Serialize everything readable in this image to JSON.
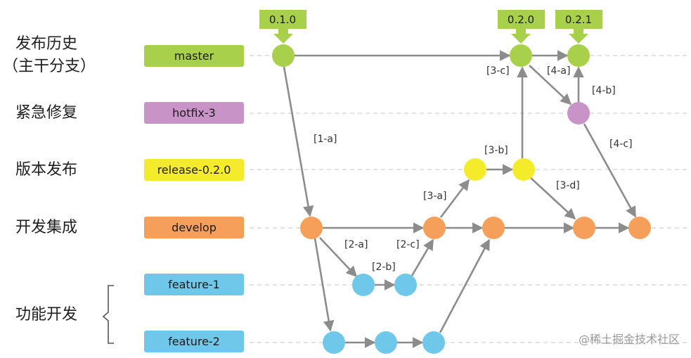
{
  "left_labels": {
    "history_title": "发布历史",
    "history_sub": "（主干分支）",
    "hotfix": "紧急修复",
    "release": "版本发布",
    "integration": "开发集成",
    "feature": "功能开发"
  },
  "branches": {
    "master": {
      "label": "master",
      "color": "#a9d04b"
    },
    "hotfix": {
      "label": "hotfix-3",
      "color": "#c894c8"
    },
    "release": {
      "label": "release-0.2.0",
      "color": "#f4ec2a"
    },
    "develop": {
      "label": "develop",
      "color": "#f59f5a"
    },
    "feature1": {
      "label": "feature-1",
      "color": "#6fc8ea"
    },
    "feature2": {
      "label": "feature-2",
      "color": "#6fc8ea"
    }
  },
  "tags": {
    "t010": "0.1.0",
    "t020": "0.2.0",
    "t021": "0.2.1"
  },
  "step_labels": {
    "s1a": "[1-a]",
    "s2a": "[2-a]",
    "s2b": "[2-b]",
    "s2c": "[2-c]",
    "s3a": "[3-a]",
    "s3b": "[3-b]",
    "s3c": "[3-c]",
    "s3d": "[3-d]",
    "s4a": "[4-a]",
    "s4b": "[4-b]",
    "s4c": "[4-c]"
  },
  "watermark": "@稀土掘金技术社区",
  "colors": {
    "arrow": "#8c8c8c",
    "guide": "#d0d0d0",
    "tag": "#a9d04b"
  }
}
